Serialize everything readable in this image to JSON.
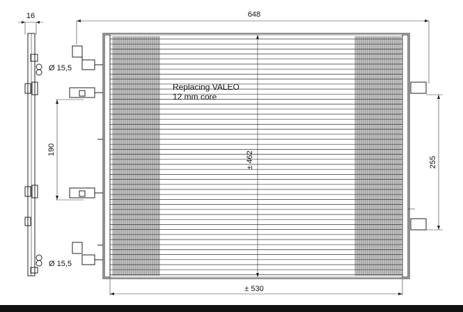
{
  "dimensions": {
    "overall_width": "648",
    "depth": "16",
    "core_width": "± 530",
    "core_height": "± 462",
    "mount_spacing_left": "190",
    "port_spacing_right": "255",
    "diameter_top": "Ø 15,5",
    "diameter_bottom": "Ø 15,5"
  },
  "note": {
    "line1": "Replacing VALEO",
    "line2": "12 mm core"
  },
  "colors": {
    "line": "#222222",
    "fin_fill": "#c8c8c8",
    "frame_bar": "#111111"
  }
}
